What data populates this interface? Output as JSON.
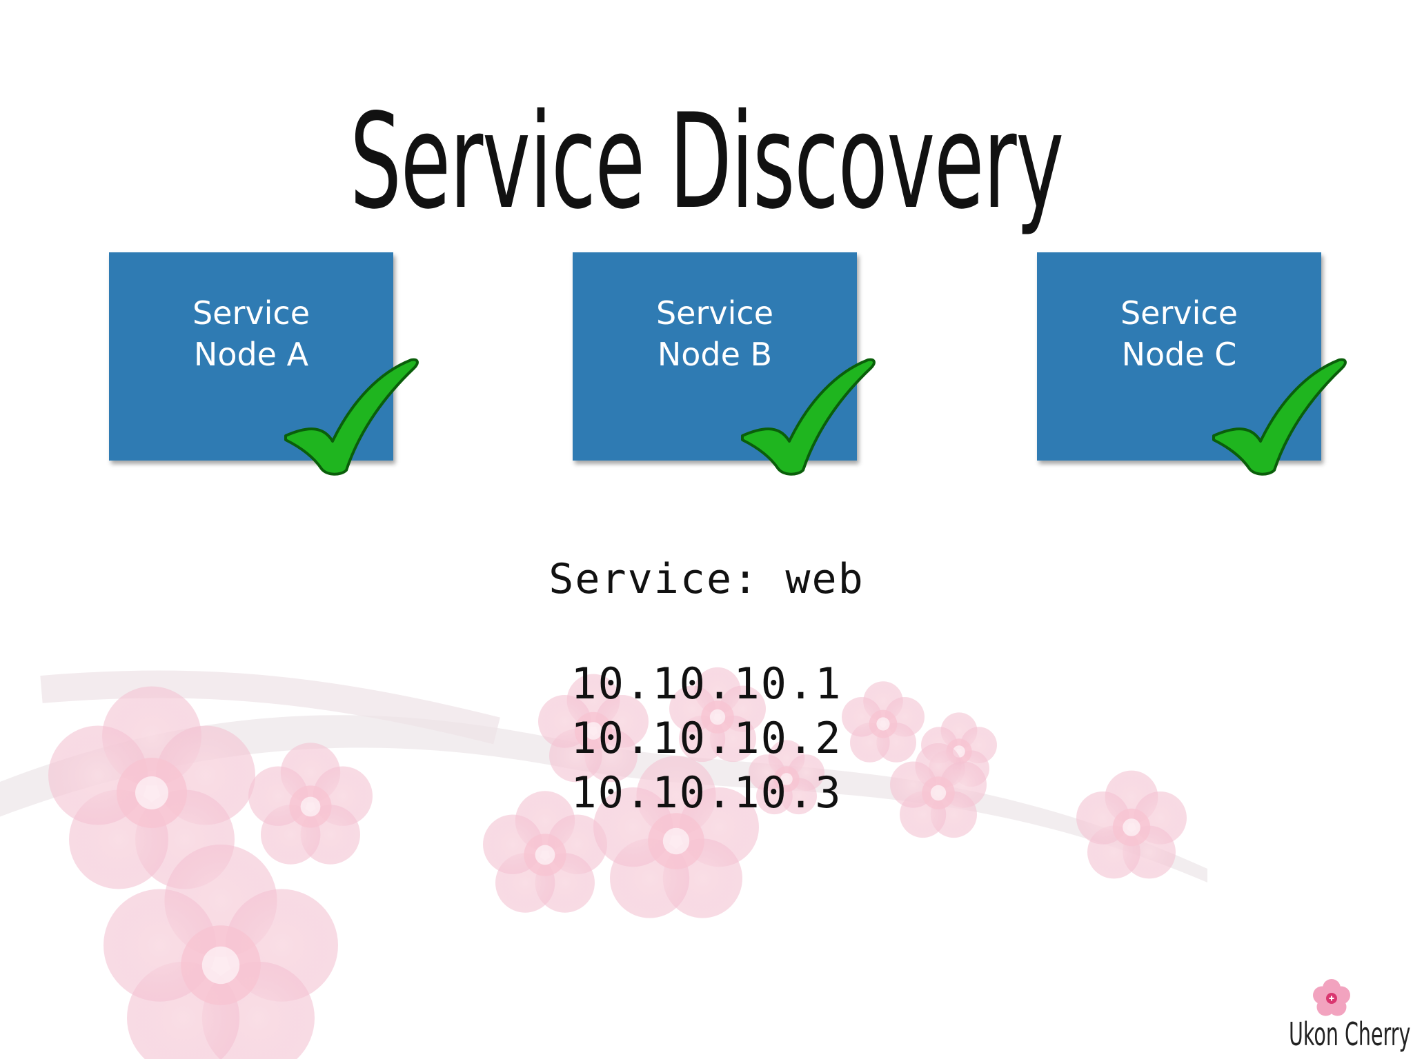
{
  "slide": {
    "title": "Service Discovery",
    "nodes": [
      {
        "line1": "Service",
        "line2": "Node A",
        "status": "check-icon"
      },
      {
        "line1": "Service",
        "line2": "Node B",
        "status": "check-icon"
      },
      {
        "line1": "Service",
        "line2": "Node C",
        "status": "check-icon"
      }
    ],
    "service_label": "Service: web",
    "ips": [
      "10.10.10.1",
      "10.10.10.2",
      "10.10.10.3"
    ],
    "brand": "Ukon Cherry"
  },
  "colors": {
    "node_fill": "#2f7bb3",
    "check_green": "#1fb51f",
    "blossom_pink": "#f6c9d6"
  }
}
